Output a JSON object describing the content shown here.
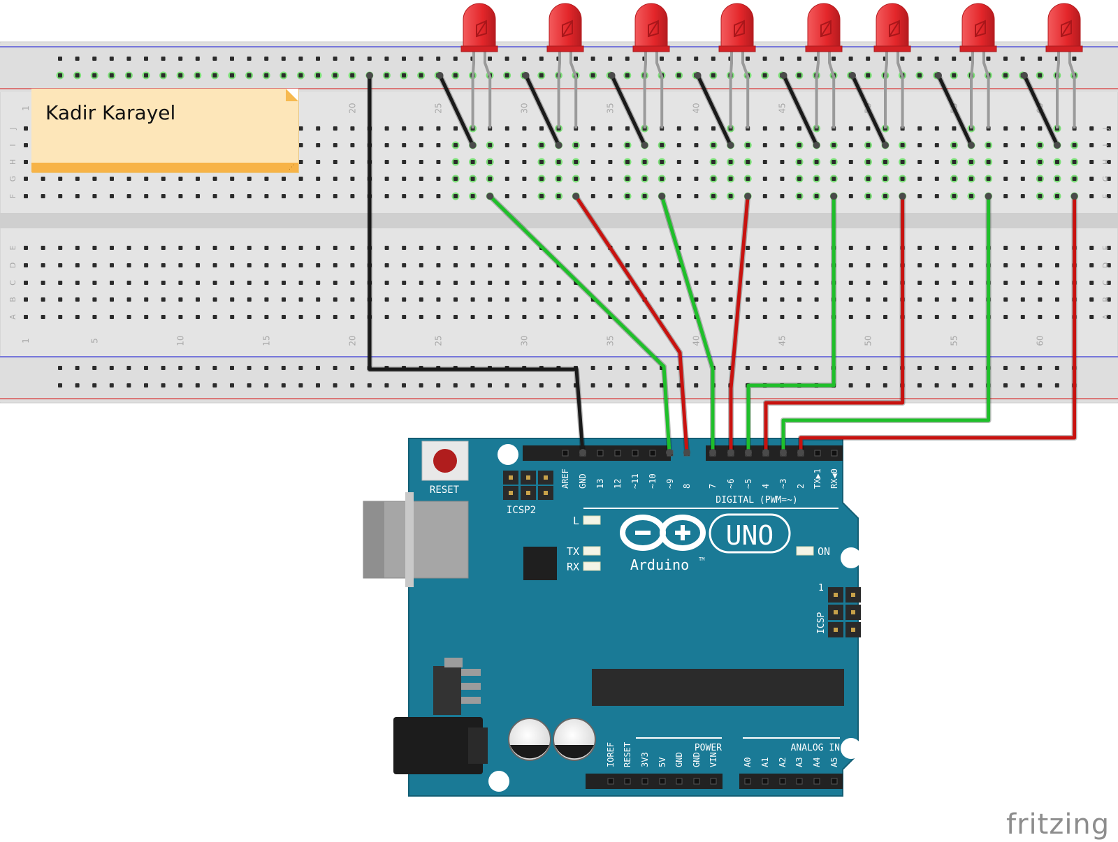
{
  "note": {
    "text": "Kadir Karayel"
  },
  "watermark": "fritzing",
  "breadboard": {
    "row_letters_top": [
      "J",
      "I",
      "H",
      "G",
      "F"
    ],
    "row_letters_bottom": [
      "E",
      "D",
      "C",
      "B",
      "A"
    ],
    "column_numbers": [
      "1",
      "5",
      "10",
      "15",
      "20",
      "25",
      "30",
      "35",
      "40",
      "45",
      "50",
      "55",
      "60"
    ]
  },
  "arduino": {
    "reset_label": "RESET",
    "icsp2_label": "ICSP2",
    "icsp_label": "ICSP",
    "icsp_pin1": "1",
    "brand": "Arduino",
    "model": "UNO",
    "tm": "TM",
    "led_l": "L",
    "led_tx": "TX",
    "led_rx": "RX",
    "led_on": "ON",
    "digital_label": "DIGITAL (PWM=~)",
    "digital_pins": [
      "AREF",
      "GND",
      "13",
      "12",
      "~11",
      "~10",
      "~9",
      "8",
      "7",
      "~6",
      "~5",
      "4",
      "~3",
      "2",
      "TX▶1",
      "RX◀0"
    ],
    "power_label": "POWER",
    "power_pins": [
      "IOREF",
      "RESET",
      "3V3",
      "5V",
      "GND",
      "GND",
      "VIN"
    ],
    "analog_label": "ANALOG IN",
    "analog_pins": [
      "A0",
      "A1",
      "A2",
      "A3",
      "A4",
      "A5"
    ]
  },
  "colors": {
    "board": "#1a7a96",
    "breadboard": "#e4e4e4",
    "wire_green": "#1fbf2a",
    "wire_red": "#c8120f",
    "wire_black": "#1a1a1a",
    "led": "#e8262a",
    "note": "#fde6b9"
  },
  "wiring": {
    "led_count": 8,
    "led_pins": [
      "~9",
      "8",
      "7",
      "~6",
      "~5",
      "4",
      "~3",
      "2"
    ],
    "ground_pin": "GND"
  }
}
